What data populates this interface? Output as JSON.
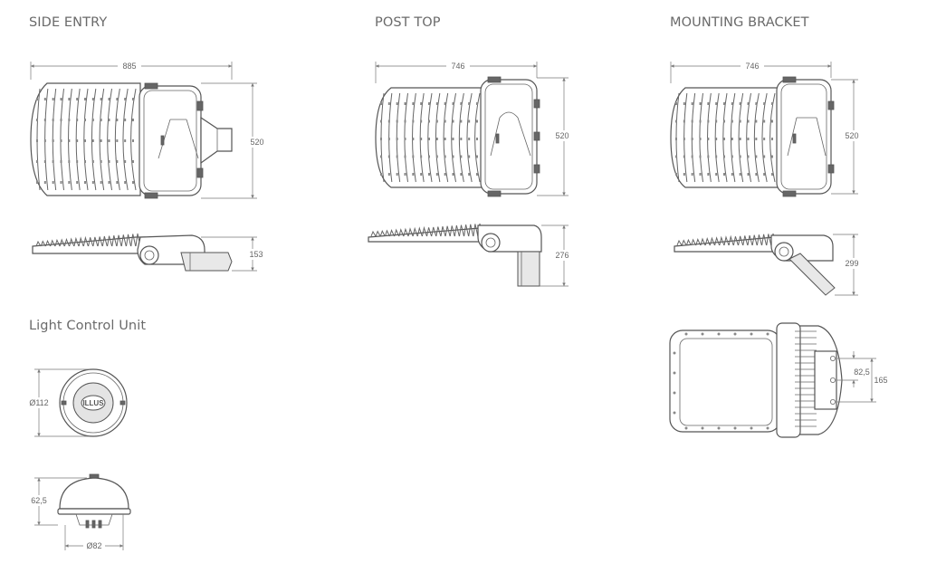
{
  "headings": {
    "side_entry": "SIDE ENTRY",
    "post_top": "POST TOP",
    "mounting_bracket": "MOUNTING BRACKET",
    "light_control_unit": "Light Control Unit"
  },
  "dimensions": {
    "side_entry_length": "885",
    "side_entry_width": "520",
    "side_entry_height": "153",
    "post_top_length": "746",
    "post_top_width": "520",
    "post_top_height": "276",
    "mounting_length": "746",
    "mounting_width": "520",
    "mounting_height": "299",
    "mounting_spacing_small": "82,5",
    "mounting_spacing_large": "165",
    "lcu_diameter": "Ø112",
    "lcu_height": "62,5",
    "lcu_base_diameter": "Ø82"
  },
  "logo_text": "ILLUS"
}
